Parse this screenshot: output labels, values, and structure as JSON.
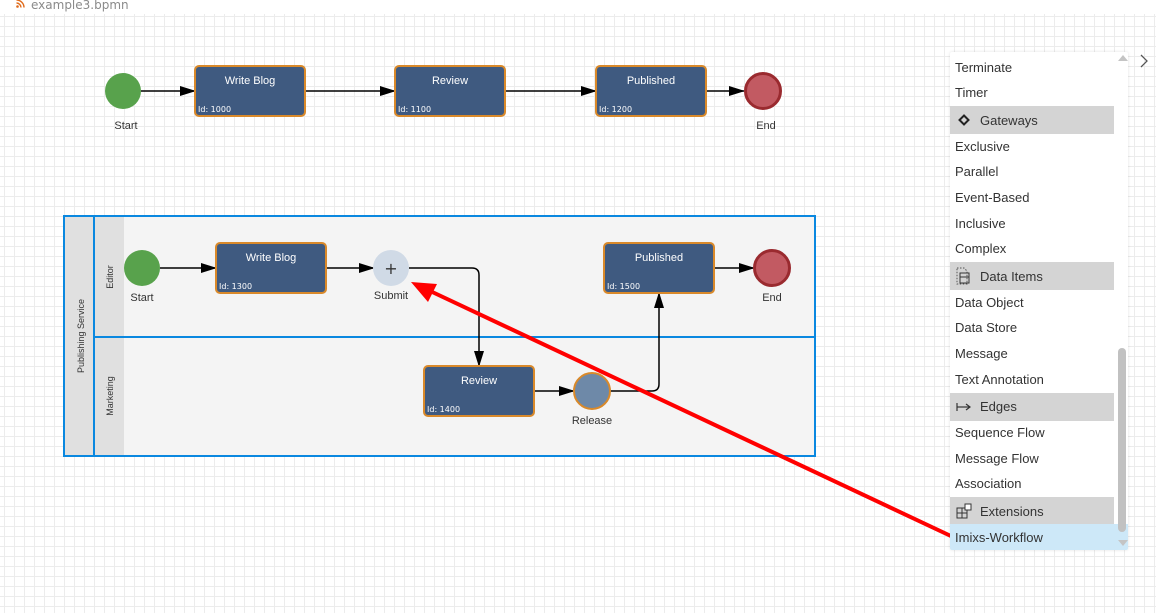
{
  "tab": {
    "icon": "rss-icon",
    "title": "example3.bpmn"
  },
  "diagram": {
    "process1": {
      "start": {
        "label": "Start"
      },
      "tasks": [
        {
          "label": "Write Blog",
          "id": "Id: 1000"
        },
        {
          "label": "Review",
          "id": "Id: 1100"
        },
        {
          "label": "Published",
          "id": "Id: 1200"
        }
      ],
      "end": {
        "label": "End"
      }
    },
    "pool": {
      "label": "Publishing Service",
      "lanes": [
        {
          "label": "Editor"
        },
        {
          "label": "Marketing"
        }
      ],
      "start": {
        "label": "Start"
      },
      "tasks": [
        {
          "label": "Write Blog",
          "id": "Id: 1300"
        },
        {
          "label": "Published",
          "id": "Id: 1500"
        },
        {
          "label": "Review",
          "id": "Id: 1400"
        }
      ],
      "gateway": {
        "label": "Submit",
        "symbol": "+"
      },
      "event": {
        "label": "Release"
      },
      "end": {
        "label": "End"
      }
    },
    "colors": {
      "task_fill": "#3f5a80",
      "task_stroke": "#d9892a",
      "start_fill": "#58a24c",
      "end_fill": "#c25a62",
      "end_stroke": "#9a2a2f",
      "lane_border": "#0a88e0",
      "annotation_arrow": "#ff0000"
    }
  },
  "palette": {
    "items": [
      {
        "type": "item",
        "label": "Terminate"
      },
      {
        "type": "item",
        "label": "Timer"
      },
      {
        "type": "header",
        "label": "Gateways",
        "icon": "diamond-icon"
      },
      {
        "type": "item",
        "label": "Exclusive"
      },
      {
        "type": "item",
        "label": "Parallel"
      },
      {
        "type": "item",
        "label": "Event-Based"
      },
      {
        "type": "item",
        "label": "Inclusive"
      },
      {
        "type": "item",
        "label": "Complex"
      },
      {
        "type": "header",
        "label": "Data Items",
        "icon": "data-object-icon"
      },
      {
        "type": "item",
        "label": "Data Object"
      },
      {
        "type": "item",
        "label": "Data Store"
      },
      {
        "type": "item",
        "label": "Message"
      },
      {
        "type": "item",
        "label": "Text Annotation"
      },
      {
        "type": "header",
        "label": "Edges",
        "icon": "edge-arrow-icon"
      },
      {
        "type": "item",
        "label": "Sequence Flow"
      },
      {
        "type": "item",
        "label": "Message Flow"
      },
      {
        "type": "item",
        "label": "Association"
      },
      {
        "type": "header",
        "label": "Extensions",
        "icon": "extensions-icon"
      },
      {
        "type": "item",
        "label": "Imixs-Workflow",
        "selected": true
      }
    ],
    "collapse_icon": "chevron-right-icon"
  }
}
